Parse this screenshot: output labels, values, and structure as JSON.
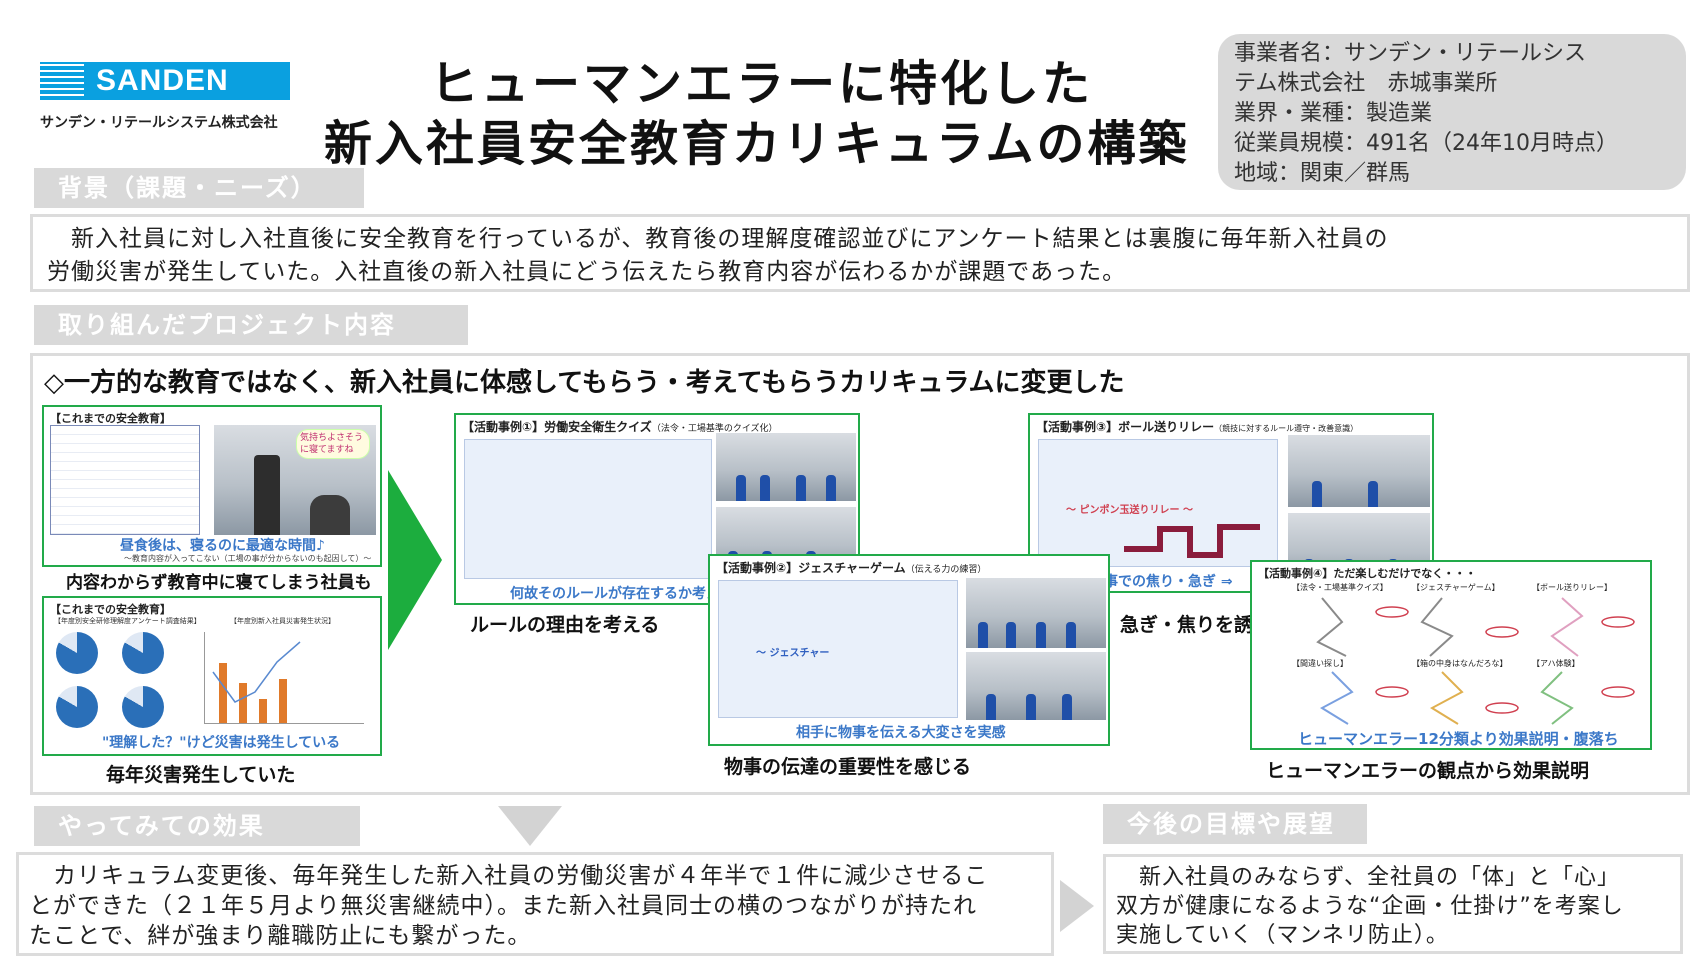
{
  "logo": {
    "brand": "SANDEN",
    "company": "サンデン・リテールシステム株式会社"
  },
  "title": {
    "line1": "ヒューマンエラーに特化した",
    "line2": "新入社員安全教育カリキュラムの構築"
  },
  "info": [
    "事業者名：サンデン・リテールシス",
    "テム株式会社　赤城事業所",
    "業界・業種：製造業",
    "従業員規模：491名（24年10月時点）",
    "地域：関東／群馬"
  ],
  "background": {
    "heading": "背景（課題・ニーズ）",
    "lines": [
      "　新入社員に対し入社直後に安全教育を行っているが、教育後の理解度確認並びにアンケート結果とは裏腹に毎年新入社員の",
      "労働災害が発生していた。入社直後の新入社員にどう伝えたら教育内容が伝わるかが課題であった。"
    ]
  },
  "project": {
    "heading": "取り組んだプロジェクト内容",
    "lead": "◇一方的な教育ではなく、新入社員に体感してもらう・考えてもらうカリキュラムに変更した",
    "old1": {
      "head": "【これまでの安全教育】",
      "bubble": "気持ちよさそうに寝てますね",
      "caption_inner": "昼食後は、寝るのに最適な時間♪",
      "caption_sub": "～教育内容が入ってこない（工場の事が分からないのも起因して）～",
      "caption": "内容わからず教育中に寝てしまう社員も"
    },
    "old2": {
      "head": "【これまでの安全教育】",
      "pie_title": "【年度別安全研修理解度アンケート調査結果】",
      "bar_title": "【年度別新入社員災害発生状況】",
      "caption_inner": "\"理解した？\"けど災害は発生している",
      "caption": "毎年災害発生していた"
    },
    "case1": {
      "head": "【活動事例①】労働安全衛生クイズ",
      "head_note": "（法令・工場基準のクイズ化）",
      "caption_inner": "何故そのルールが存在するか考える",
      "caption": "ルールの理由を考える"
    },
    "case2": {
      "head": "【活動事例②】ジェスチャーゲーム",
      "head_note": "（伝える力の練習）",
      "sub": "～ ジェスチャー",
      "caption_inner": "相手に物事を伝える大変さを実感",
      "caption": "物事の伝達の重要性を感じる"
    },
    "case3": {
      "head": "【活動事例③】ボール送りリレー",
      "head_note": "（競技に対するルール遵守・改善意識）",
      "sub": "～ ピンポン玉送りリレー ～",
      "caption_inner": "競う事での焦り・急ぎ ⇒",
      "caption": "急ぎ・焦りを誘発させるゲーム体験"
    },
    "case4": {
      "head": "【活動事例④】ただ楽しむだけでなく・・・",
      "labels": [
        "【法令・工場基準クイズ】",
        "【ジェスチャーゲーム】",
        "【ボール送りリレー】",
        "【間違い探し】",
        "【箱の中身はなんだろな】",
        "【アハ体験】"
      ],
      "caption_inner": "ヒューマンエラー12分類より効果説明・腹落ち",
      "caption": "ヒューマンエラーの観点から効果説明"
    }
  },
  "effect": {
    "heading": "やってみての効果",
    "lines": [
      "　カリキュラム変更後、毎年発生した新入社員の労働災害が４年半で１件に減少させるこ",
      "とができた（２１年５月より無災害継続中）。また新入社員同士の横のつながりが持たれ",
      "たことで、絆が強まり離職防止にも繋がった。"
    ]
  },
  "future": {
    "heading": "今後の目標や展望",
    "lines": [
      "　新入社員のみならず、全社員の「体」と「心」",
      "双方が健康になるような“企画・仕掛け”を考案し",
      "実施していく（マンネリ防止）。"
    ]
  },
  "colors": {
    "accent_green": "#22aa4a",
    "brand_blue": "#0aa0e0",
    "header_gray": "#d9d9d9",
    "caption_blue": "#3b78c8"
  }
}
